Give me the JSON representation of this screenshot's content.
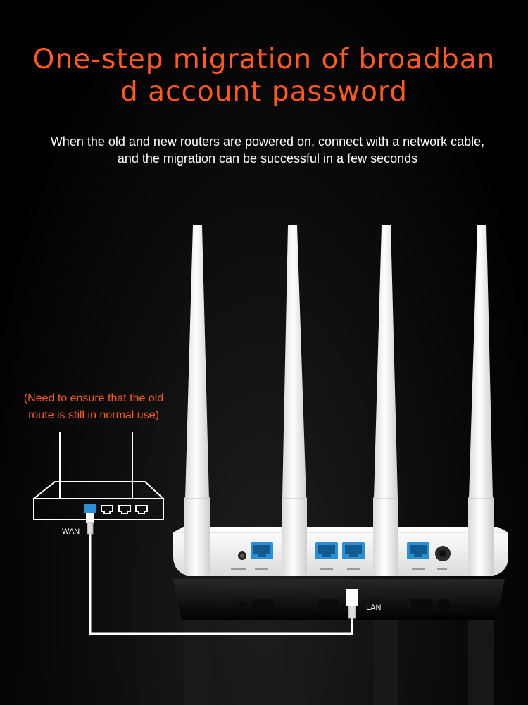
{
  "title": {
    "line1": "One-step migration of broadban",
    "line2": "d account password"
  },
  "subtitle": {
    "line1": "When the old and new routers are powered on, connect with a network cable,",
    "line2": "and the migration can be successful in a few seconds"
  },
  "note": {
    "line1": "(Need to ensure that the old",
    "line2": "route is still in normal use)"
  },
  "labels": {
    "wan": "WAN",
    "lan": "LAN"
  },
  "colors": {
    "accent": "#ff5a1a",
    "port_blue": "#2a8fd6",
    "background": "#000000",
    "router_body": "#f2f2f2"
  }
}
